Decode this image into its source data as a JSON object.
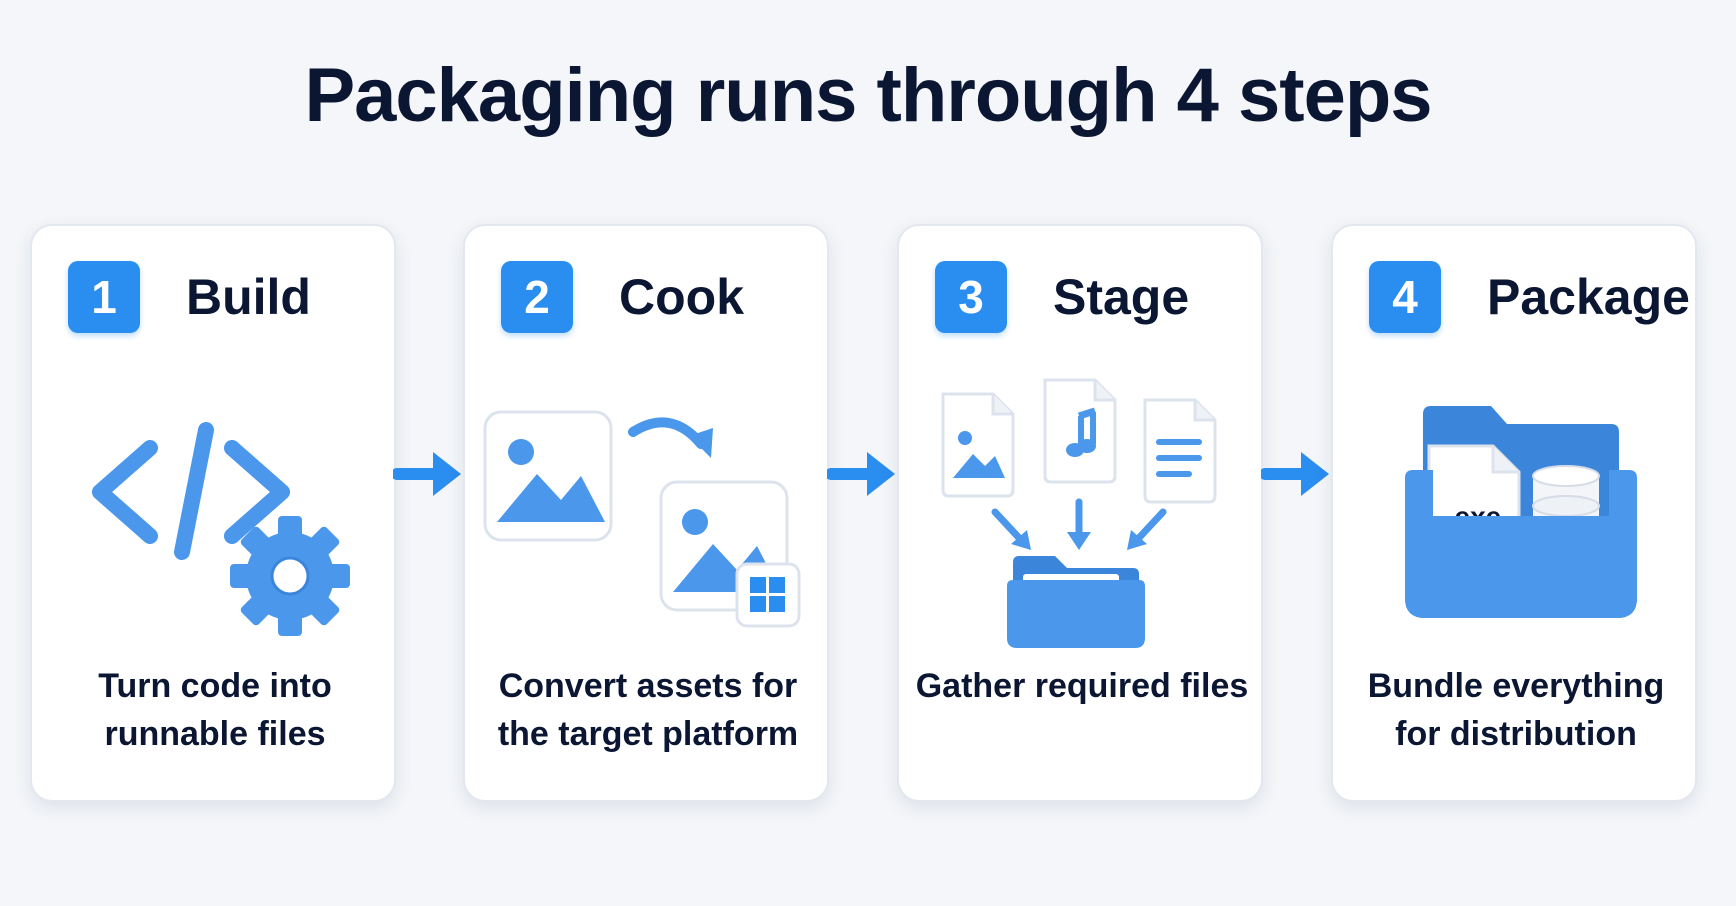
{
  "title": "Packaging runs through 4 steps",
  "colors": {
    "accent": "#2a8df0",
    "icon_blue": "#4a97ec",
    "text": "#0b1633",
    "card_border": "#e3e7ee",
    "background": "#f4f6f9"
  },
  "steps": [
    {
      "number": "1",
      "title": "Build",
      "description": "Turn code into runnable files",
      "icons": [
        "code-brackets-icon",
        "gear-icon"
      ]
    },
    {
      "number": "2",
      "title": "Cook",
      "description": "Convert assets for the target platform",
      "icons": [
        "image-icon",
        "curved-arrow-icon",
        "converted-image-icon",
        "windows-logo-icon"
      ]
    },
    {
      "number": "3",
      "title": "Stage",
      "description": "Gather required files",
      "icons": [
        "image-file-icon",
        "music-file-icon",
        "text-file-icon",
        "down-arrow-icon",
        "folder-icon"
      ]
    },
    {
      "number": "4",
      "title": "Package",
      "description": "Bundle everything for distribution",
      "exe_label": ".exe",
      "icons": [
        "folder-bundle-icon",
        "exe-file-icon",
        "database-icon"
      ]
    }
  ],
  "connectors": [
    "right-arrow-icon",
    "right-arrow-icon",
    "right-arrow-icon"
  ]
}
